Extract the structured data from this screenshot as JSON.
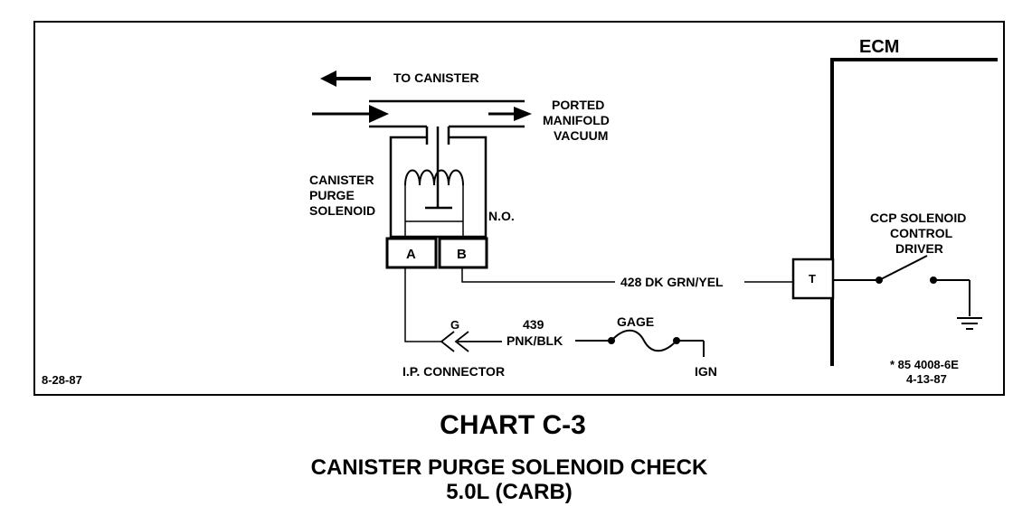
{
  "diagram": {
    "ecm_label": "ECM",
    "to_canister": "TO CANISTER",
    "ported_vacuum": [
      "PORTED",
      "MANIFOLD",
      "VACUUM"
    ],
    "solenoid_label": [
      "CANISTER",
      "PURGE",
      "SOLENOID"
    ],
    "normally_open": "N.O.",
    "pin_a": "A",
    "pin_b": "B",
    "wire_428": "428 DK GRN/YEL",
    "ecm_terminal": "T",
    "driver_label": [
      "CCP SOLENOID",
      "CONTROL",
      "DRIVER"
    ],
    "connector_pin": "G",
    "wire_439": [
      "439",
      "PNK/BLK"
    ],
    "gage_label": "GAGE",
    "ign_label": "IGN",
    "ip_connector": "I.P. CONNECTOR",
    "date_left": "8-28-87",
    "ref_code": [
      "* 85 4008-6E",
      "4-13-87"
    ]
  },
  "caption": {
    "title": "CHART C-3",
    "subtitle": "CANISTER PURGE SOLENOID CHECK",
    "engine": "5.0L  (CARB)"
  }
}
